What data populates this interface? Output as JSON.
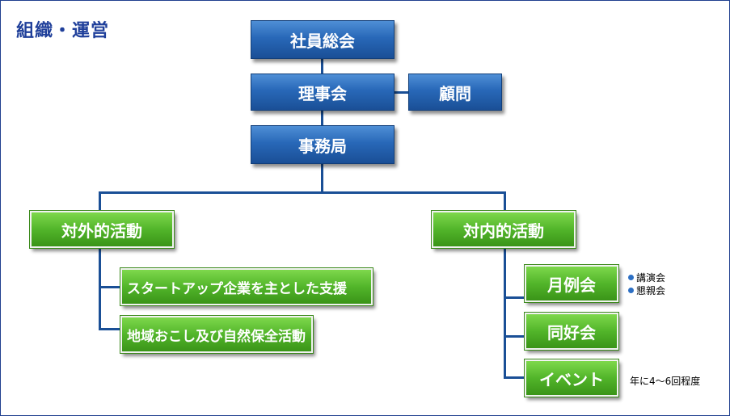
{
  "title": "組織・運営",
  "top_boxes": {
    "general_meeting": "社員総会",
    "board": "理事会",
    "advisor": "顧問",
    "secretariat": "事務局"
  },
  "external": {
    "label": "対外的活動",
    "items": [
      "スタートアップ企業を主とした支援",
      "地域おこし及び自然保全活動"
    ]
  },
  "internal": {
    "label": "対内的活動",
    "items": [
      "月例会",
      "同好会",
      "イベント"
    ],
    "monthly_notes": [
      "講演会",
      "懇親会"
    ],
    "event_note": "年に4～6回程度"
  },
  "colors": {
    "blue_box": "#2868b8",
    "green_box": "#52b52a",
    "connector": "#1a4f96",
    "title": "#1f3f9a"
  }
}
